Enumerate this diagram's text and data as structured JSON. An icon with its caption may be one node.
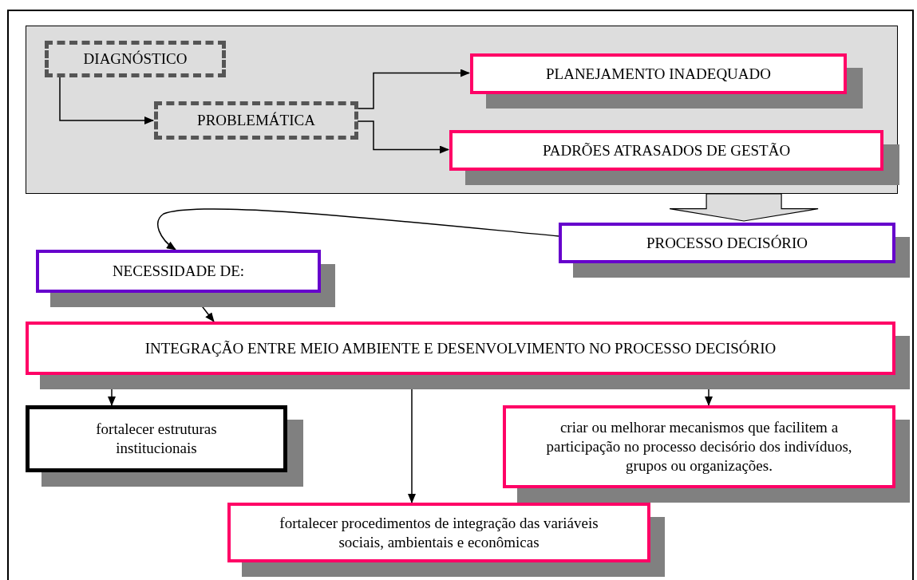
{
  "diagram": {
    "nodes": [
      {
        "text": [],
        "shape": "box"
      },
      {
        "text": [
          "DIAGNÓSTICO"
        ],
        "in": 0
      },
      {
        "text": [
          "PROBLEMÁTICA"
        ],
        "in": 0
      },
      {
        "text": [
          "PLANEJAMENTO INADEQUADO"
        ],
        "in": 0
      },
      {
        "text": [
          "PADRÕES ATRASADOS DE GESTÃO"
        ],
        "in": 0
      },
      {
        "text": [
          "PROCESSO DECISÓRIO"
        ]
      },
      {
        "text": [
          "NECESSIDADE DE:"
        ]
      },
      {
        "text": [
          "INTEGRAÇÃO ENTRE MEIO AMBIENTE E DESENVOLVIMENTO NO PROCESSO DECISÓRIO"
        ]
      },
      {
        "text": [
          "fortalecer estruturas institucionais"
        ]
      },
      {
        "text": [
          "criar ou melhorar mecanismos que facilitem a participação no processo decisório dos indivíduos, grupos ou organizações."
        ]
      },
      {
        "text": [
          "fortalecer procedimentos de integração das variáveis sociais, ambientais e econômicas"
        ]
      }
    ],
    "edges": [
      {
        "from": 1,
        "to": 2,
        "arrow": "to"
      },
      {
        "from": 2,
        "to": 3,
        "arrow": "to"
      },
      {
        "from": 2,
        "to": 4,
        "arrow": "to"
      },
      {
        "from": 0,
        "to": 5,
        "arrow": "to",
        "style": "thick"
      },
      {
        "from": 5,
        "to": 6,
        "arrow": "to"
      },
      {
        "from": 6,
        "to": 7,
        "arrow": "to"
      },
      {
        "from": 7,
        "to": 8,
        "arrow": "to"
      },
      {
        "from": 7,
        "to": 10,
        "arrow": "to"
      },
      {
        "from": 7,
        "to": 9,
        "arrow": "to"
      }
    ]
  }
}
